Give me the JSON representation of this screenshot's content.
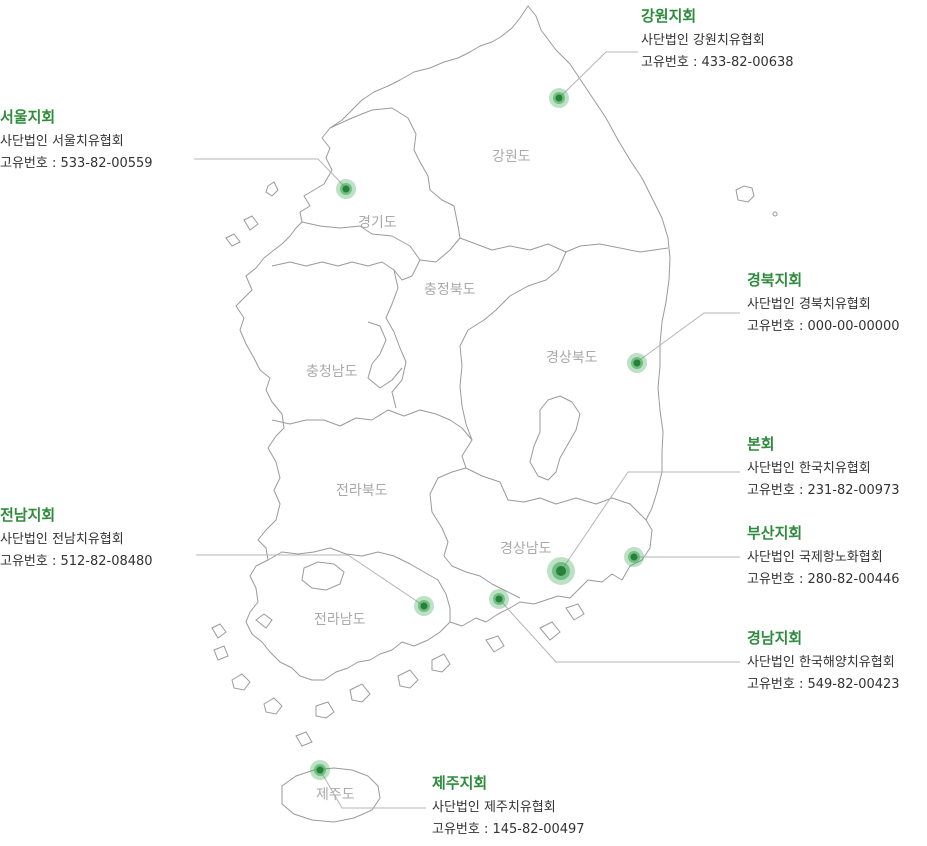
{
  "regions": [
    {
      "name": "강원도"
    },
    {
      "name": "경기도"
    },
    {
      "name": "충정북도"
    },
    {
      "name": "충청남도"
    },
    {
      "name": "경상북도"
    },
    {
      "name": "전라북도"
    },
    {
      "name": "경상남도"
    },
    {
      "name": "전라남도"
    },
    {
      "name": "제주도"
    }
  ],
  "branches": [
    {
      "name": "강원지회",
      "org": "사단법인 강원치유협회",
      "reg": "고유번호 : 433-82-00638"
    },
    {
      "name": "서울지회",
      "org": "사단법인 서울치유협회",
      "reg": "고유번호 : 533-82-00559"
    },
    {
      "name": "경북지회",
      "org": "사단법인 경북치유협회",
      "reg": "고유번호 : 000-00-00000"
    },
    {
      "name": "본회",
      "org": "사단법인 한국치유협회",
      "reg": "고유번호 : 231-82-00973"
    },
    {
      "name": "전남지회",
      "org": "사단법인 전남치유협회",
      "reg": "고유번호 : 512-82-08480"
    },
    {
      "name": "부산지회",
      "org": "사단법인 국제항노화협회",
      "reg": "고유번호 : 280-82-00446"
    },
    {
      "name": "경남지회",
      "org": "사단법인 한국해양치유협회",
      "reg": "고유번호 : 549-82-00423"
    },
    {
      "name": "제주지회",
      "org": "사단법인 제주치유협회",
      "reg": "고유번호 : 145-82-00497"
    }
  ],
  "colors": {
    "accent": "#2e8b3c",
    "marker": "#3fa956",
    "outline": "#9a9a9a",
    "leader": "#b5b5b5",
    "region_label": "#aaaaaa"
  }
}
